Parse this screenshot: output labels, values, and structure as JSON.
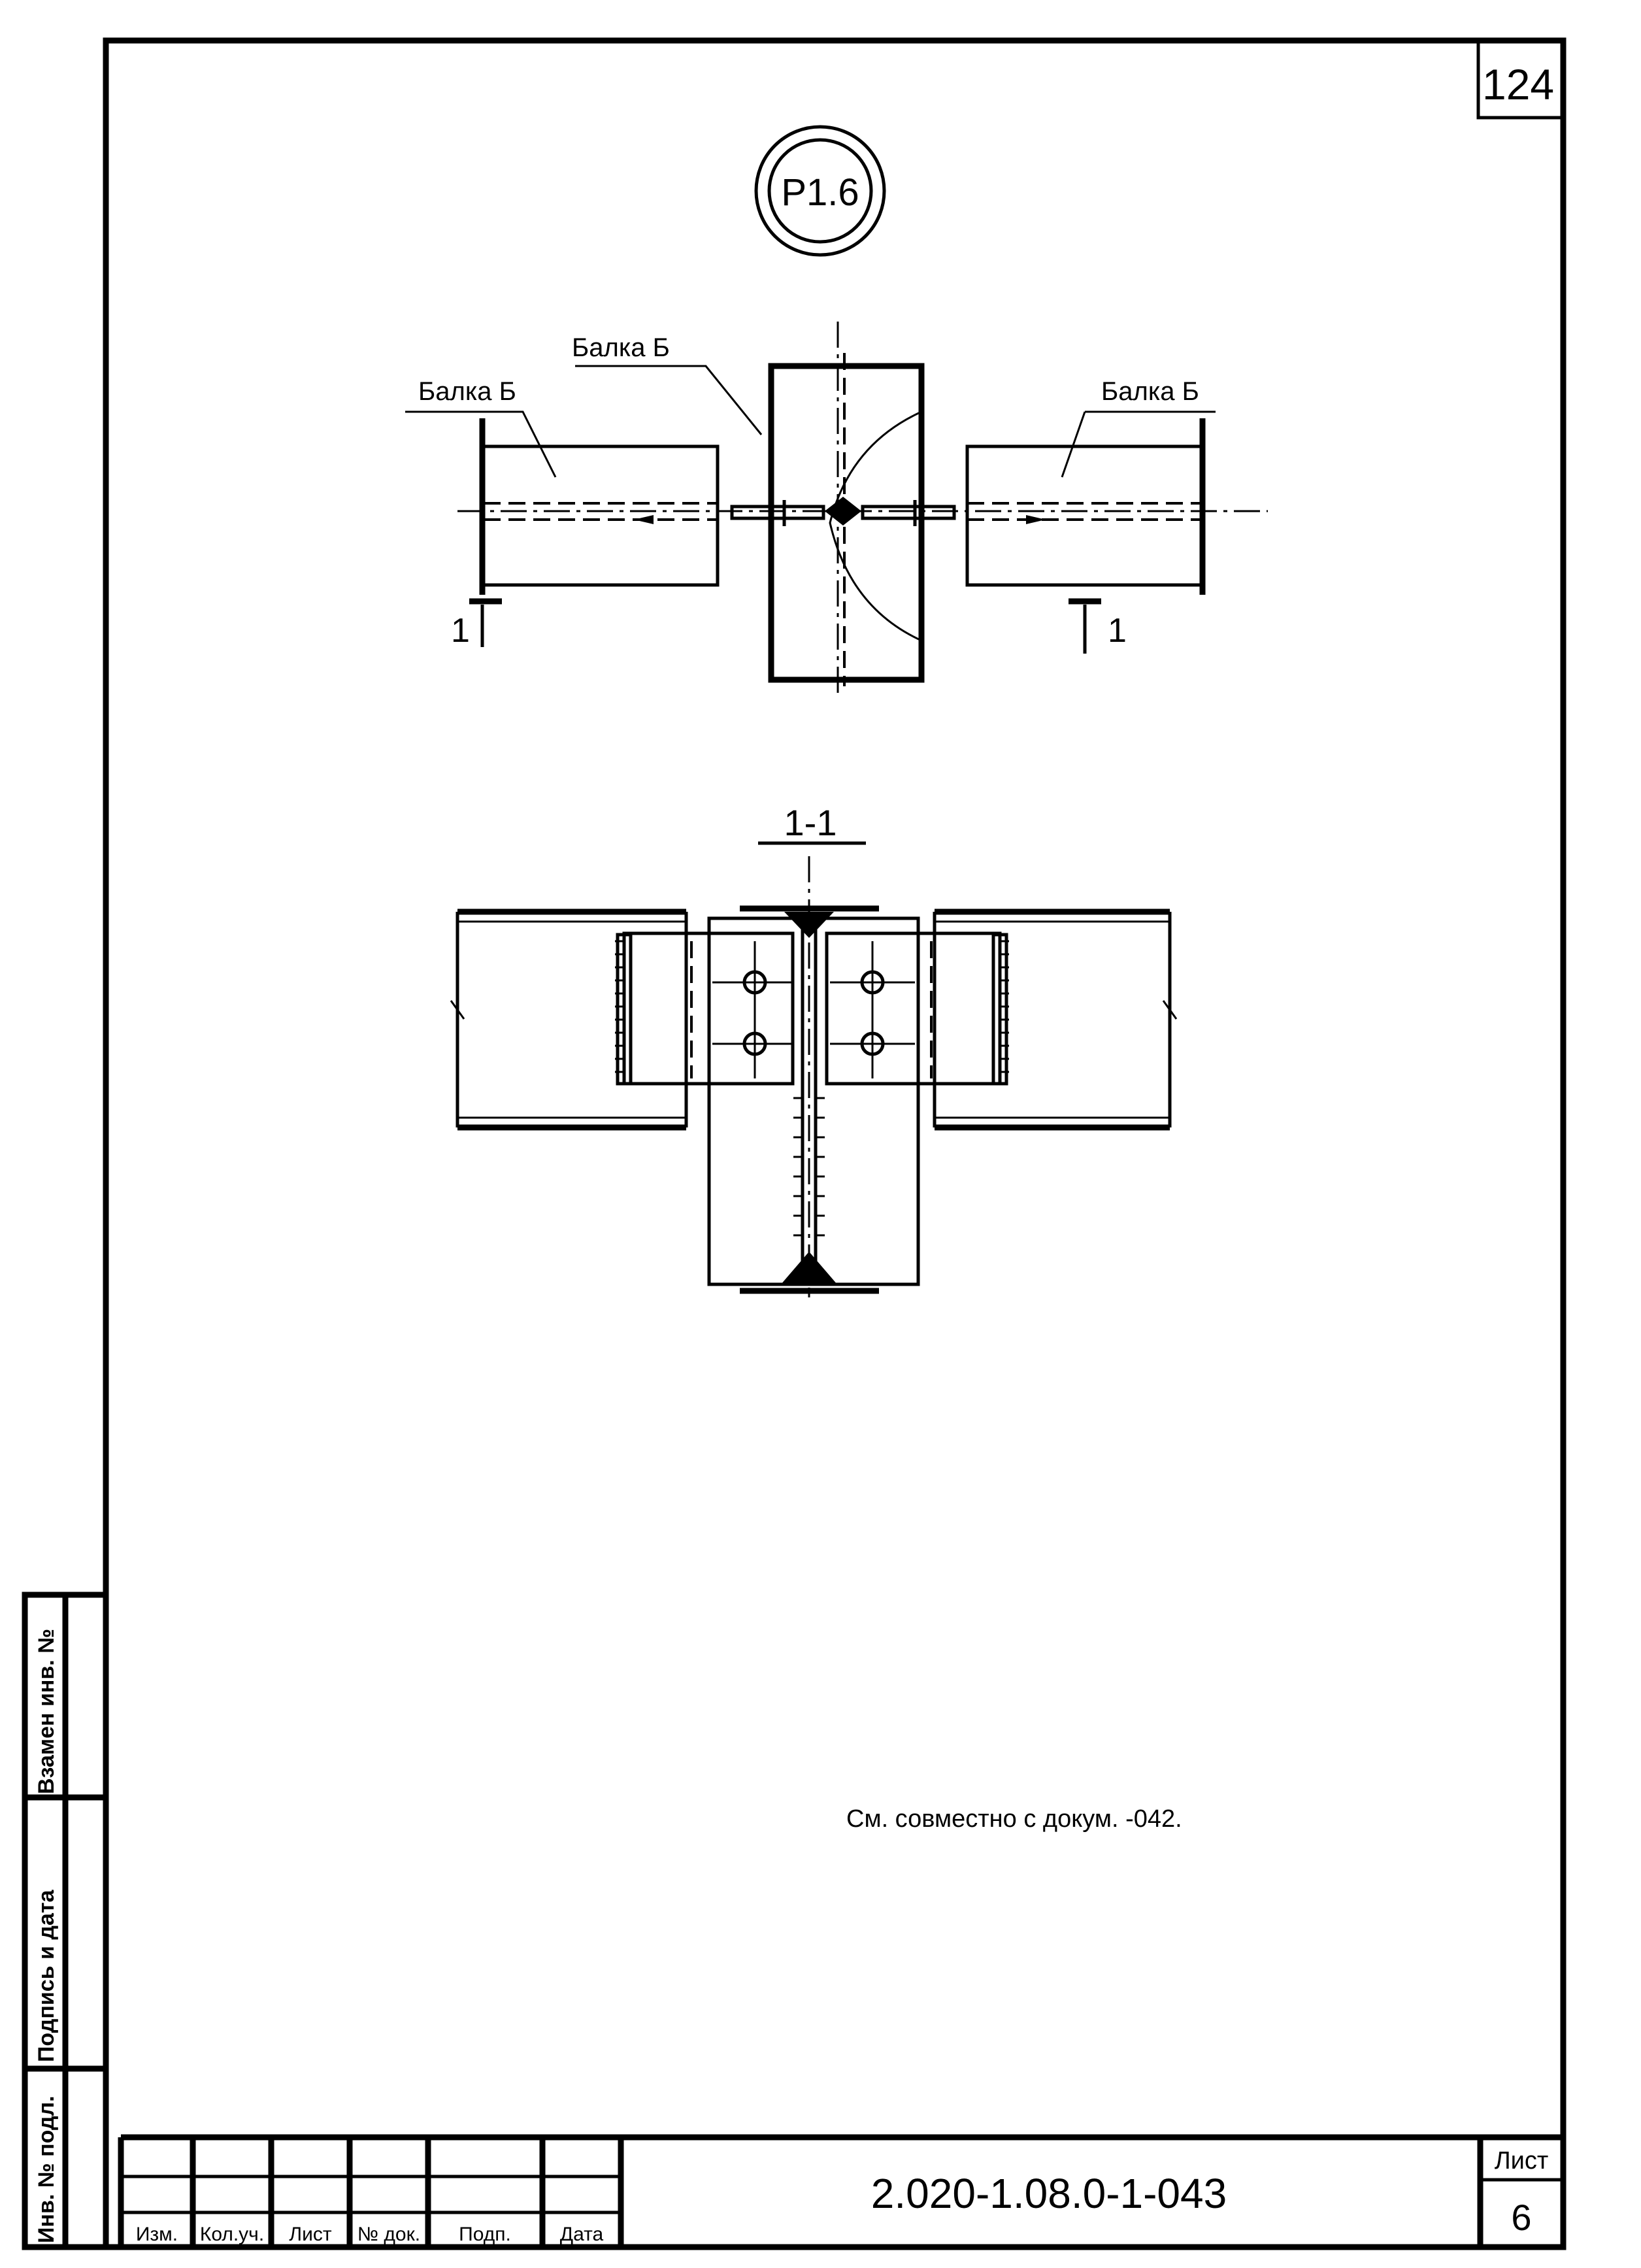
{
  "sheet_number_top": "124",
  "view_marker": "Р1.6",
  "plan_labels": {
    "beam_left": "Балка Б",
    "beam_center": "Балка Б",
    "beam_right": "Балка Б",
    "section_mark_left": "1",
    "section_mark_right": "1"
  },
  "section_title": "1-1",
  "note": "См. совместно с докум. -042.",
  "side_stamp": {
    "replaces_inv": "Взамен инв. №",
    "sign_date": "Подпись и дата",
    "inv_original": "Инв. № подл."
  },
  "title_block": {
    "columns": [
      "Изм.",
      "Кол.уч.",
      "Лист",
      "№ док.",
      "Подп.",
      "Дата"
    ],
    "document_code": "2.020-1.08.0-1-043",
    "sheet_label": "Лист",
    "sheet_value": "6"
  }
}
